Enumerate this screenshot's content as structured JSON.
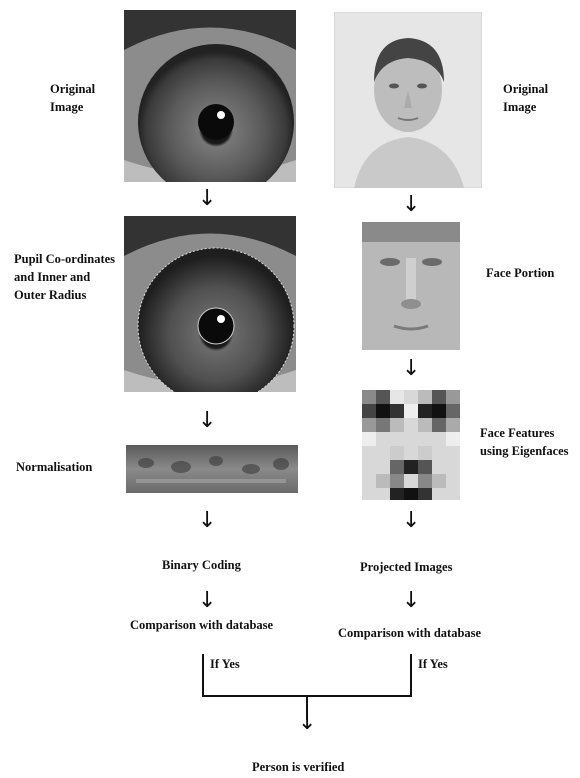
{
  "iris": {
    "original_label": "Original\nImage",
    "pupil_label": "Pupil Co-ordinates\nand Inner and\nOuter Radius",
    "normalisation_label": "Normalisation",
    "binary_label": "Binary Coding",
    "comparison_label": "Comparison with database",
    "if_yes_label": "If Yes"
  },
  "face": {
    "original_label": "Original\nImage",
    "portion_label": "Face Portion",
    "features_label": "Face Features\nusing Eigenfaces",
    "projected_label": "Projected Images",
    "comparison_label": "Comparison with database",
    "if_yes_label": "If Yes"
  },
  "result_label": "Person is verified",
  "arrow_glyph": "↓",
  "colors": {
    "text": "#111111",
    "eye_dark": "#2a2a2a",
    "face_bg": "#e6e6e6"
  }
}
